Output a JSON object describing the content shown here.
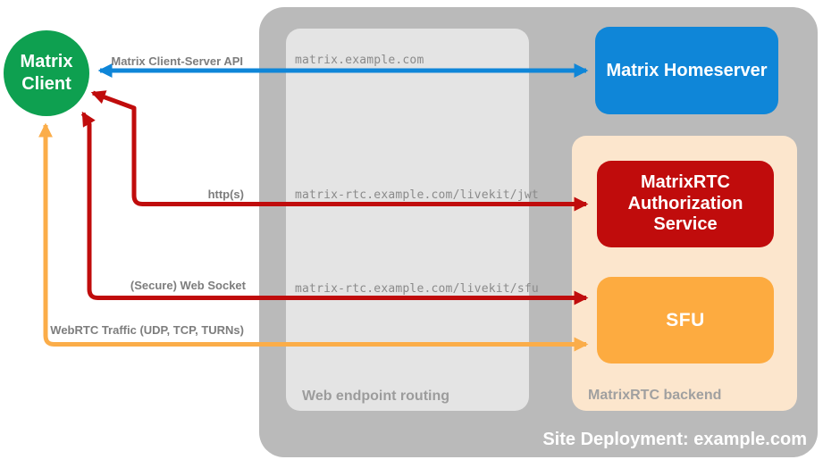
{
  "site": {
    "title": "Site Deployment: example.com"
  },
  "client": {
    "line1": "Matrix",
    "line2": "Client"
  },
  "homeserver": {
    "label": "Matrix Homeserver"
  },
  "auth_service": {
    "label": "MatrixRTC Authorization Service"
  },
  "sfu": {
    "label": "SFU"
  },
  "routing": {
    "caption": "Web endpoint routing",
    "endpoints": [
      "matrix.example.com",
      "matrix-rtc.example.com/livekit/jwt",
      "matrix-rtc.example.com/livekit/sfu"
    ]
  },
  "backend": {
    "caption": "MatrixRTC backend"
  },
  "arrows": {
    "client_server_api": {
      "label": "Matrix Client-Server API"
    },
    "http": {
      "label": "http(s)"
    },
    "websocket": {
      "label": "(Secure) Web Socket"
    },
    "webrtc": {
      "label": "WebRTC Traffic (UDP, TCP, TURNs)"
    }
  },
  "colors": {
    "client_green": "#0ea050",
    "homeserver_blue": "#0f86d8",
    "red": "#c00c0c",
    "sfu_orange": "#fdab40",
    "webrtc_orange": "#fbad49",
    "backend_peach": "#fce6cd",
    "container_gray": "#bababa",
    "routing_gray": "#e4e4e4"
  }
}
